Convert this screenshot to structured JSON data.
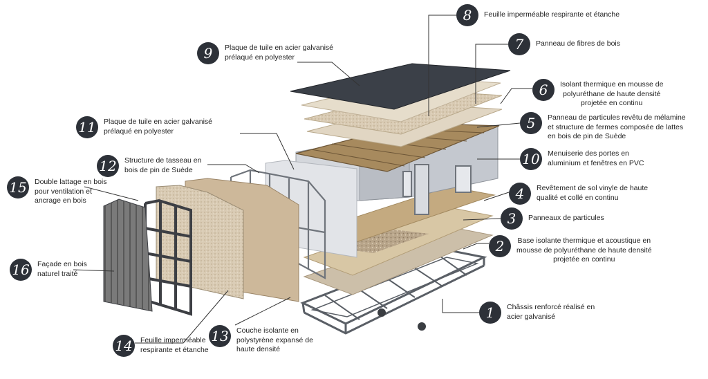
{
  "colors": {
    "badge": "#2d3138",
    "leader": "#333333",
    "roof": "#3b4048",
    "insulation_foam": "#d9cfbf",
    "wood_fibre": "#c9b48e",
    "particle_board": "#d6c6a6",
    "frame_metal": "#555a60",
    "wall_panel": "#c9ccd2",
    "vinyl_floor": "#c8b08a",
    "timber_facade": "#6e6e6e"
  },
  "icons": {
    "badge_shape": "dark-circle"
  },
  "callouts": [
    {
      "number": "1",
      "text": "Châssis renforcé réalisé en\nacier galvanisé"
    },
    {
      "number": "2",
      "text": "Base isolante thermique et acoustique en\nmousse de polyuréthane de haute densité\nprojetée en continu"
    },
    {
      "number": "3",
      "text": "Panneaux de particules"
    },
    {
      "number": "4",
      "text": "Revêtement de sol vinyle de haute\nqualité et collé en continu"
    },
    {
      "number": "5",
      "text": "Panneau de particules revêtu de mélamine\net structure de fermes composée de lattes\nen bois de pin de Suède"
    },
    {
      "number": "6",
      "text": "Isolant thermique en mousse de\npolyuréthane de haute densité\nprojetée en continu"
    },
    {
      "number": "7",
      "text": "Panneau de fibres de bois"
    },
    {
      "number": "8",
      "text": "Feuille imperméable respirante et étanche"
    },
    {
      "number": "9",
      "text": "Plaque de tuile en acier galvanisé\nprélaqué en polyester"
    },
    {
      "number": "10",
      "text": "Menuiserie des portes en\naluminium et fenêtres en PVC"
    },
    {
      "number": "11",
      "text": "Plaque de tuile en acier galvanisé\nprélaqué en polyester"
    },
    {
      "number": "12",
      "text": "Structure de tasseau en\nbois de pin de Suède"
    },
    {
      "number": "13",
      "text": "Couche isolante en\npolystyrène expansé de\nhaute densité"
    },
    {
      "number": "14",
      "text": "Feuille imperméable\nrespirante et étanche"
    },
    {
      "number": "15",
      "text": "Double lattage en bois\npour ventilation et\nancrage en bois"
    },
    {
      "number": "16",
      "text": "Façade en bois\nnaturel traité"
    }
  ]
}
